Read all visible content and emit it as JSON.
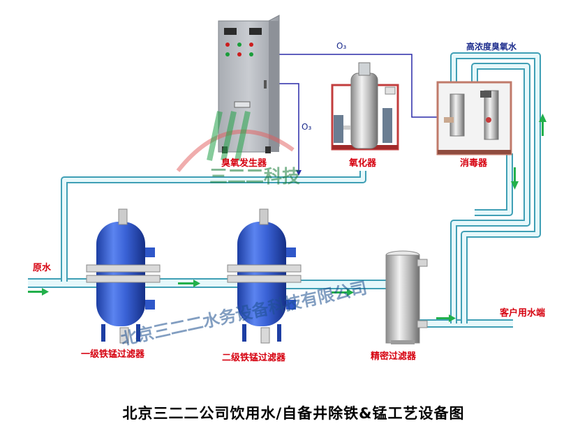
{
  "title": "北京三二二公司饮用水/自备井除铁&锰工艺设备图",
  "labels": {
    "ozone_generator": "臭氧发生器",
    "oxidizer": "氧化器",
    "disinfector": "消毒器",
    "raw_water": "原水",
    "filter_primary": "一级铁锰过滤器",
    "filter_secondary": "二级铁锰过滤器",
    "precision_filter": "精密过滤器",
    "customer_end": "客户用水端",
    "high_conc_ozone_water": "高浓度臭氧水",
    "o3_top": "O₃",
    "o3_side": "O₃"
  },
  "watermarks": {
    "logo": "三二二科技",
    "company": "北京三二二水务设备科技有限公司"
  },
  "colors": {
    "pipe": "#bfe8f0",
    "pipe_edge": "#3f9fb5",
    "gas_line": "#2a2aa8",
    "label_red": "#d6000f",
    "label_blue": "#1b2b8c",
    "flow_arrow": "#22b04b",
    "tank": "#2f57c9"
  }
}
